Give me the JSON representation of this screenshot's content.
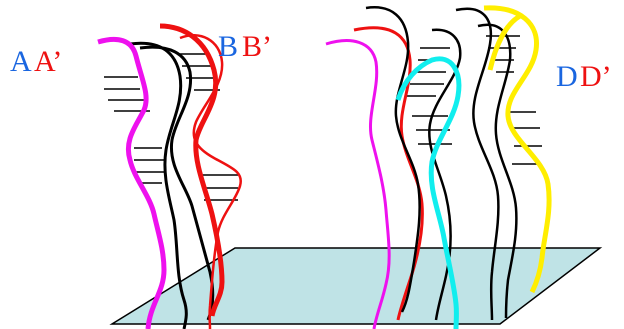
{
  "labels": {
    "group_a": {
      "left": "A",
      "right": "A’"
    },
    "group_b": {
      "left": "B",
      "right": "B’"
    },
    "group_d": {
      "left": "D",
      "right": "D’"
    }
  },
  "colors": {
    "blue": "#1a66e0",
    "red": "#ee1111",
    "magenta": "#ee11ee",
    "black": "#000000",
    "cyan": "#11eeee",
    "yellow": "#ffee00",
    "surface": "#bfe3e6"
  }
}
